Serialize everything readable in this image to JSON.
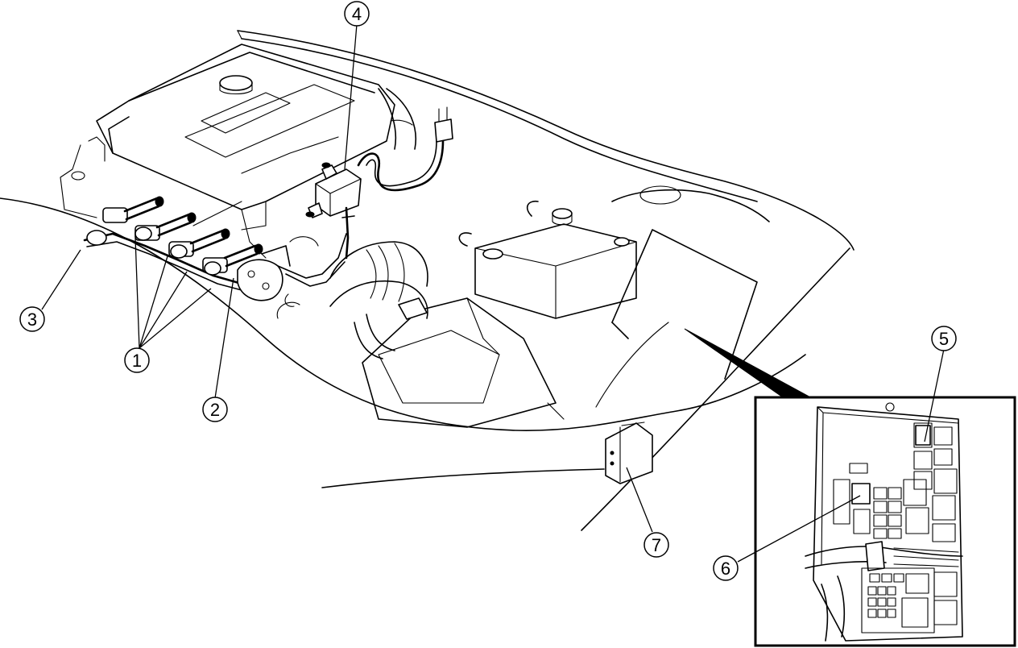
{
  "callouts": {
    "c1": "1",
    "c2": "2",
    "c3": "3",
    "c4": "4",
    "c5": "5",
    "c6": "6",
    "c7": "7"
  },
  "inset": {
    "shows": "junction-box-detail"
  },
  "colors": {
    "line": "#000000",
    "background": "#ffffff"
  }
}
